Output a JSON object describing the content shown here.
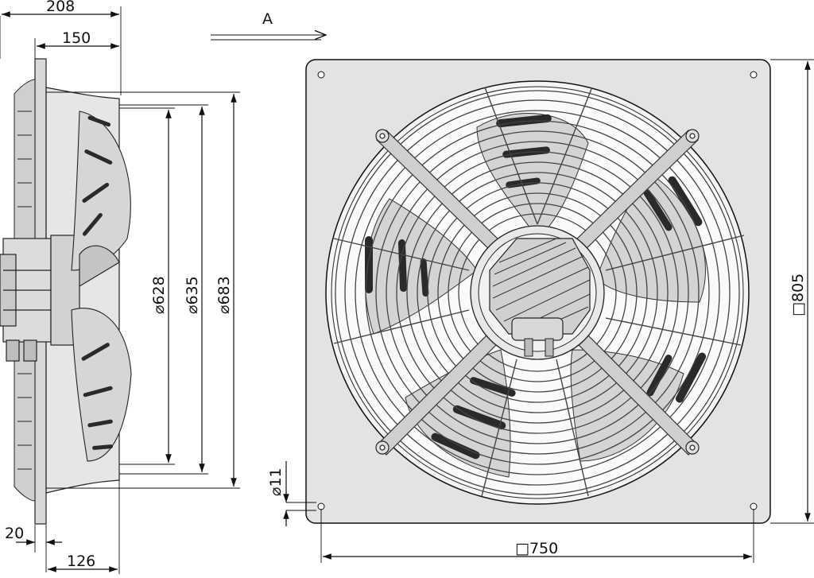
{
  "view_label": "A",
  "dimensions": {
    "top_depth": "208",
    "depth_150": "150",
    "dia_628": "⌀628",
    "dia_635": "⌀635",
    "dia_683": "⌀683",
    "flange_20": "20",
    "depth_126": "126",
    "hole_dia": "⌀11",
    "plate_width": "□750",
    "plate_height": "□805"
  },
  "colors": {
    "plate_fill": "#e3e3e3",
    "line": "#111111",
    "blade": "#d4d4d4",
    "dark_slot": "#2a2a2a"
  }
}
